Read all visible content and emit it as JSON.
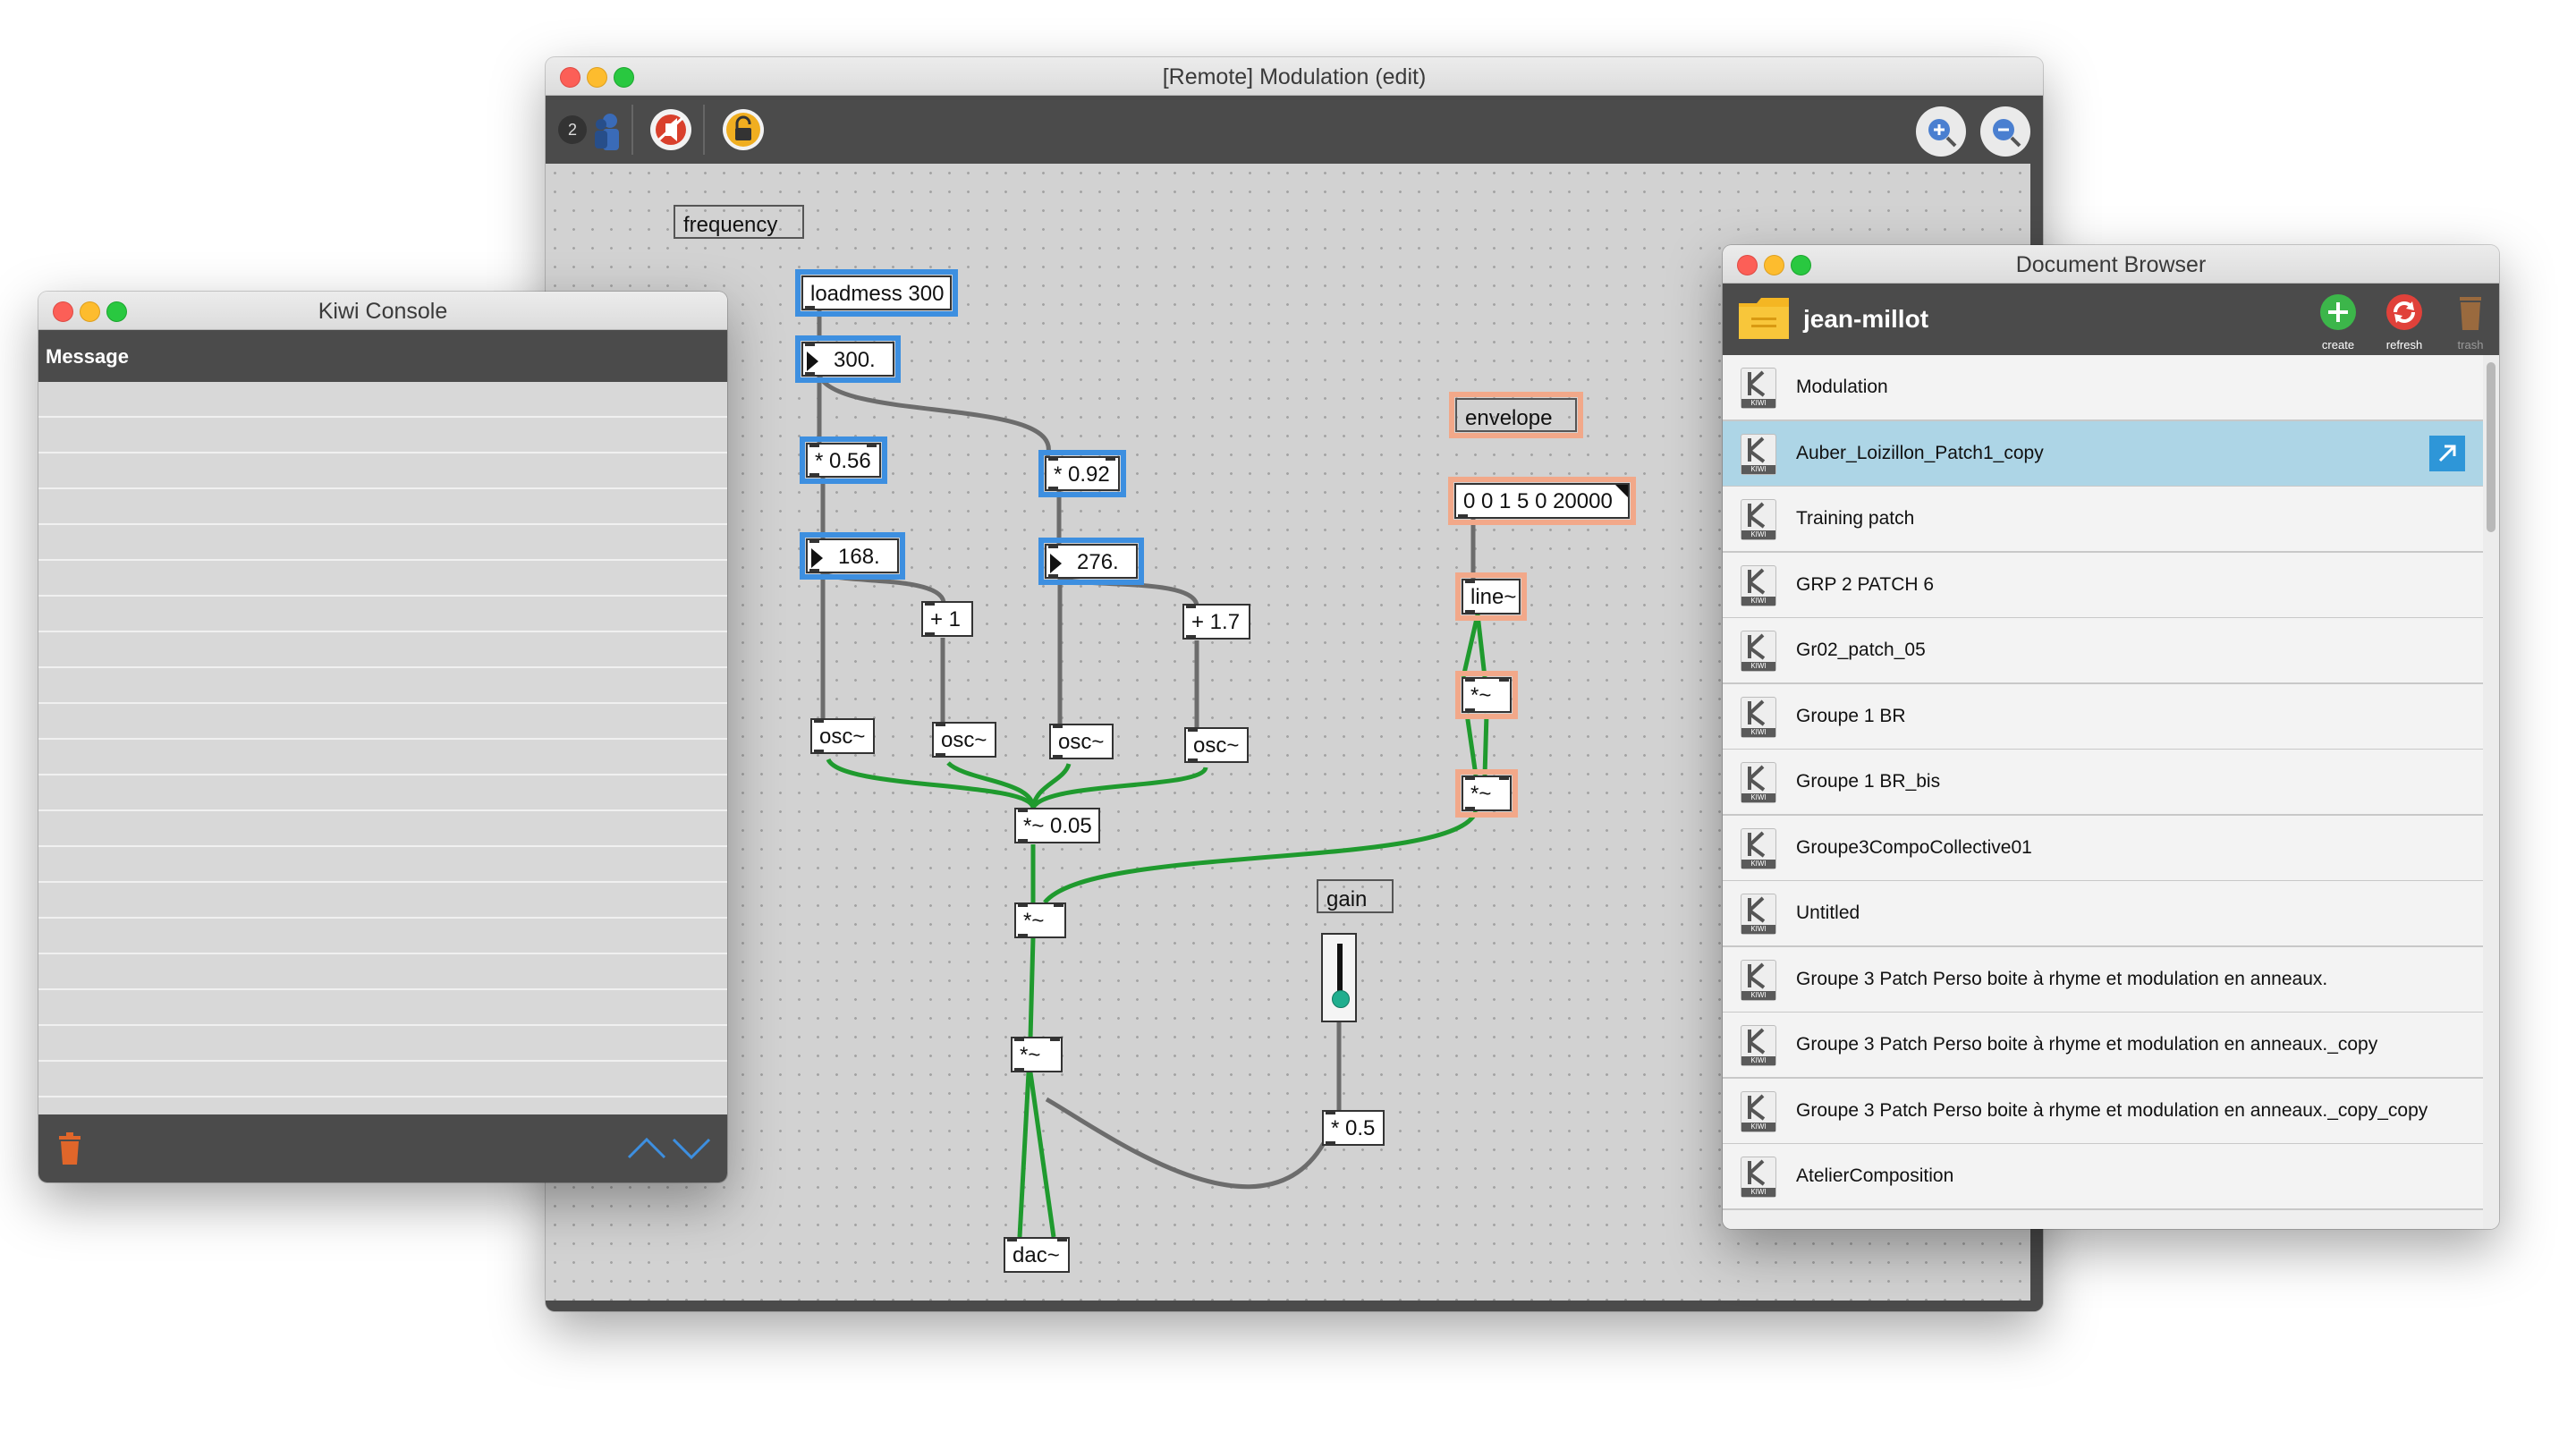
{
  "patcher": {
    "title": "[Remote] Modulation (edit)",
    "users_count": "2",
    "icons": [
      "users-icon",
      "dsp-off-icon",
      "lock-icon",
      "zoom-in-icon",
      "zoom-out-icon"
    ],
    "comments": {
      "frequency": "frequency",
      "envelope": "envelope",
      "gain": "gain"
    },
    "objects": {
      "loadmess": "loadmess 300",
      "num300": "300.",
      "mul056": "* 0.56",
      "mul092": "* 0.92",
      "num168": "168.",
      "num276": "276.",
      "plus1": "+ 1",
      "plus17": "+ 1.7",
      "osc1": "osc~",
      "osc2": "osc~",
      "osc3": "osc~",
      "osc4": "osc~",
      "mulsig005": "*~ 0.05",
      "mulsig1": "*~",
      "mulsig2": "*~",
      "env_msg": "0 0 1 5 0 20000",
      "line": "line~",
      "envmul1": "*~",
      "envmul2": "*~",
      "mul05": "* 0.5",
      "dac": "dac~"
    },
    "gain_slider_value": 0.2
  },
  "console": {
    "title": "Kiwi Console",
    "column_header": "Message",
    "icons": [
      "trash-icon",
      "chevron-up-icon",
      "chevron-down-icon"
    ]
  },
  "browser": {
    "title": "Document Browser",
    "user": "jean-millot",
    "actions": {
      "create": "create",
      "refresh": "refresh",
      "trash": "trash"
    },
    "kiwi_label": "KIWI",
    "documents": [
      "Modulation",
      "Auber_Loizillon_Patch1_copy",
      "Training patch",
      "GRP 2 PATCH 6",
      "Gr02_patch_05",
      "Groupe 1 BR",
      "Groupe 1 BR_bis",
      "Groupe3CompoCollective01",
      "Untitled",
      "Groupe 3 Patch Perso boite à rhyme et modulation en anneaux.",
      "Groupe 3 Patch Perso boite à rhyme et modulation en anneaux._copy",
      "Groupe 3 Patch Perso boite à rhyme et modulation en anneaux._copy_copy",
      "AtelierComposition"
    ],
    "active_index": 1
  },
  "colors": {
    "signal_cord": "#1f9a2e",
    "control_cord": "#6c6c6c",
    "selection_blue": "#3d8fe0",
    "selection_orange": "#f2a889"
  }
}
